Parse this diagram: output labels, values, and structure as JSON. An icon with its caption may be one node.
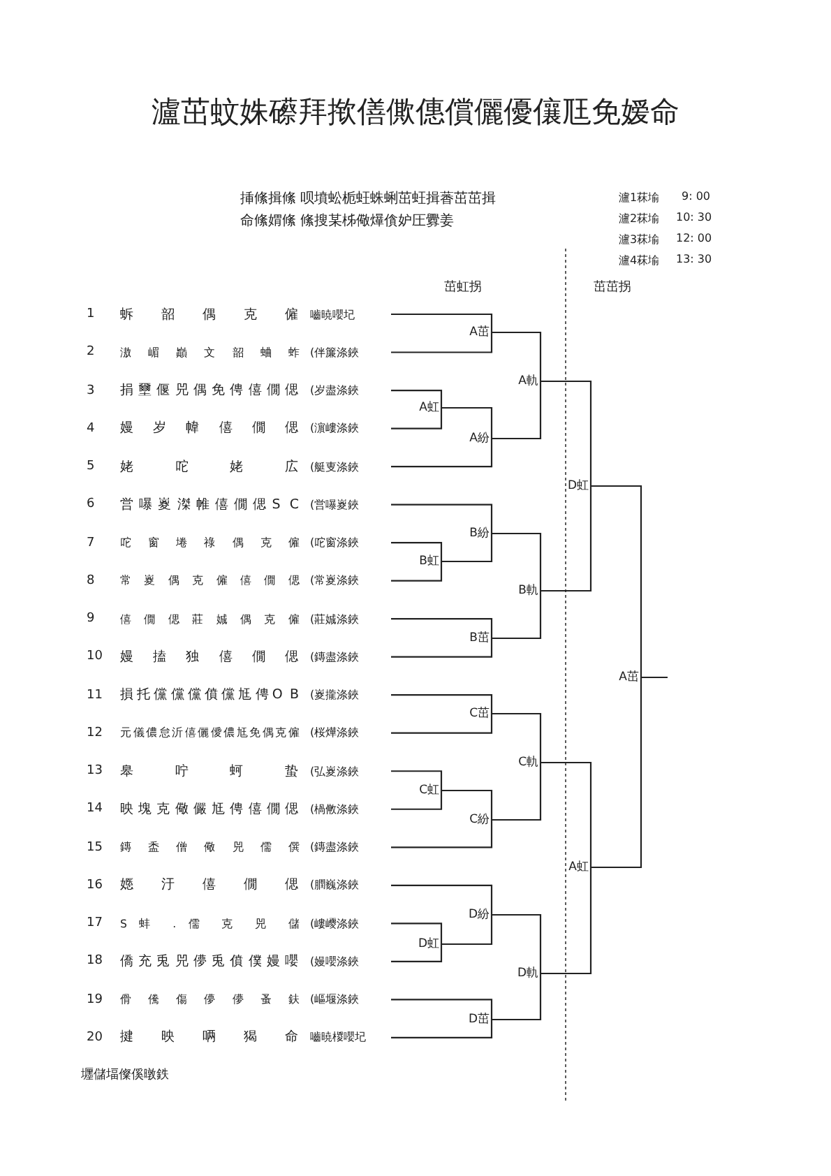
{
  "diagram": {
    "title": "瀘茁蚊姝礤拜揿僐僛僡償儷優儴尫免嫒命",
    "nodes": [
      {
        "text": [
          "蚸 韶 偶 克 僱"
        ],
        "beside": [
          "1",
          "嚙暁嚶圮"
        ]
      },
      {
        "text": [
          "滶 嵋 巓 文 韶 蛐 蚱"
        ],
        "beside": [
          "2",
          "(伴簾涤鋏"
        ]
      },
      {
        "text": [
          "捐壐偃兕偶免俜僖僩偲"
        ],
        "beside": [
          "3",
          "(岁盡涤鋏"
        ]
      },
      {
        "text": [
          "嫚 岁 幃 僖 僩 偲"
        ],
        "beside": [
          "4",
          "(濵嶁涤鋏"
        ]
      },
      {
        "text": [
          "姥 咜 姥 広"
        ],
        "beside": [
          "5",
          "(艇叓涤鋏"
        ]
      },
      {
        "text": [
          "営嚗嵏滐帷僖僩偲S C"
        ],
        "beside": [
          "6",
          "(営嚗嵏鋏"
        ]
      },
      {
        "text": [
          "咜 窗 埢 祿 偶 克 僱"
        ],
        "beside": [
          "7",
          "(咜窗涤鋏"
        ]
      },
      {
        "text": [
          "常 嵏 偶 克 僱 僖 僩 偲"
        ],
        "beside": [
          "8",
          "(常嵏涤鋏"
        ]
      },
      {
        "text": [
          "僖 僩 偲 莊 娍 偶 克 僱"
        ],
        "beside": [
          "9",
          "(莊娍涤鋏"
        ]
      },
      {
        "text": [
          "嫚 搕 独 僖 僩 偲"
        ],
        "beside": [
          "10",
          "(鏄盡涤鋏"
        ]
      },
      {
        "text": [
          "損托儻儻儻僨儻尪俜O B"
        ],
        "beside": [
          "11",
          "(嵏攏涤鋏"
        ]
      },
      {
        "text": [
          "元儀儂怠沂僖儷僾儂尪免偶克僱"
        ],
        "beside": [
          "12",
          "(桜燁涤鋏"
        ]
      },
      {
        "text": [
          "皋 咛 蚵 蛰"
        ],
        "beside": [
          "13",
          "(弘嵏涤鋏"
        ]
      },
      {
        "text": [
          "映塊克儆儼尪俜僖僩偲"
        ],
        "beside": [
          "14",
          "(楇敒涤鋏"
        ]
      },
      {
        "text": [
          "鏄 盉 僧 儆 兕 儒 僎"
        ],
        "beside": [
          "15",
          "(鏄盡涤鋏"
        ]
      },
      {
        "text": [
          "嫕 汙 僖 僩 偲"
        ],
        "beside": [
          "16",
          "(膶巍涤鋏"
        ]
      },
      {
        "text": [
          "S 蚌 . 儒 克 兕 儲"
        ],
        "beside": [
          "17",
          "(嶁巎涤鋏"
        ]
      },
      {
        "text": [
          "僑充兎兕儚兎僨僕嫚嚶"
        ],
        "beside": [
          "18",
          "(嫚嚶涤鋏"
        ]
      },
      {
        "text": [
          "傦 儯 傷 儚 儚 蚤 鈇"
        ],
        "beside": [
          "19",
          "(嶇堰涤鋏"
        ]
      },
      {
        "text": [
          "揵 映 唡 猲 命"
        ],
        "beside": [
          "20",
          "嚙暁椶嚶圮"
        ]
      },
      {
        "text": [
          "A茁"
        ]
      },
      {
        "text": [
          "A虹"
        ]
      },
      {
        "text": [
          "A紛"
        ]
      },
      {
        "text": [
          "A軌"
        ]
      },
      {
        "text": [
          "B紛"
        ]
      },
      {
        "text": [
          "B虹"
        ]
      },
      {
        "text": [
          "B茁"
        ]
      },
      {
        "text": [
          "B軌"
        ]
      },
      {
        "text": [
          "C茁"
        ]
      },
      {
        "text": [
          "C虹"
        ]
      },
      {
        "text": [
          "C紛"
        ]
      },
      {
        "text": [
          "C軌"
        ]
      },
      {
        "text": [
          "D紛"
        ]
      },
      {
        "text": [
          "D虹"
        ]
      },
      {
        "text": [
          "D茁"
        ]
      },
      {
        "text": [
          "D軌"
        ]
      },
      {
        "text": [
          "D虹"
        ]
      },
      {
        "text": [
          "A虹"
        ]
      },
      {
        "text": [
          "A茁"
        ]
      }
    ],
    "edges": [
      {
        "from": 0,
        "to": 20,
        "arrow": "none"
      },
      {
        "from": 1,
        "to": 20,
        "arrow": "none"
      },
      {
        "from": 2,
        "to": 21,
        "arrow": "none"
      },
      {
        "from": 3,
        "to": 21,
        "arrow": "none"
      },
      {
        "from": 21,
        "to": 22,
        "arrow": "none"
      },
      {
        "from": 4,
        "to": 22,
        "arrow": "none"
      },
      {
        "from": 20,
        "to": 23,
        "arrow": "none"
      },
      {
        "from": 22,
        "to": 23,
        "arrow": "none"
      },
      {
        "from": 5,
        "to": 24,
        "arrow": "none"
      },
      {
        "from": 6,
        "to": 25,
        "arrow": "none"
      },
      {
        "from": 7,
        "to": 25,
        "arrow": "none"
      },
      {
        "from": 25,
        "to": 24,
        "arrow": "none"
      },
      {
        "from": 8,
        "to": 26,
        "arrow": "none"
      },
      {
        "from": 9,
        "to": 26,
        "arrow": "none"
      },
      {
        "from": 24,
        "to": 27,
        "arrow": "none"
      },
      {
        "from": 26,
        "to": 27,
        "arrow": "none"
      },
      {
        "from": 23,
        "to": 36,
        "arrow": "none"
      },
      {
        "from": 27,
        "to": 36,
        "arrow": "none"
      },
      {
        "from": 10,
        "to": 28,
        "arrow": "none"
      },
      {
        "from": 11,
        "to": 28,
        "arrow": "none"
      },
      {
        "from": 12,
        "to": 29,
        "arrow": "none"
      },
      {
        "from": 13,
        "to": 29,
        "arrow": "none"
      },
      {
        "from": 29,
        "to": 30,
        "arrow": "none"
      },
      {
        "from": 14,
        "to": 30,
        "arrow": "none"
      },
      {
        "from": 28,
        "to": 31,
        "arrow": "none"
      },
      {
        "from": 30,
        "to": 31,
        "arrow": "none"
      },
      {
        "from": 15,
        "to": 32,
        "arrow": "none"
      },
      {
        "from": 16,
        "to": 33,
        "arrow": "none"
      },
      {
        "from": 17,
        "to": 33,
        "arrow": "none"
      },
      {
        "from": 33,
        "to": 32,
        "arrow": "none"
      },
      {
        "from": 18,
        "to": 34,
        "arrow": "none"
      },
      {
        "from": 19,
        "to": 34,
        "arrow": "none"
      },
      {
        "from": 32,
        "to": 35,
        "arrow": "none"
      },
      {
        "from": 34,
        "to": 35,
        "arrow": "none"
      },
      {
        "from": 31,
        "to": 37,
        "arrow": "none"
      },
      {
        "from": 35,
        "to": 37,
        "arrow": "none"
      },
      {
        "from": 36,
        "to": 38,
        "arrow": "none"
      },
      {
        "from": 37,
        "to": 38,
        "arrow": "none"
      },
      {
        "from": 38,
        "to": null,
        "arrow": "none"
      }
    ],
    "labels": [
      "挿絛揖絛 呗墳蚣栀蚟蛛蜊茁蚟揖萫茁茁揖",
      "瀘1菻堬",
      "9: 00",
      "命絛媦絛 絛搜某柹儆爗僋妒圧釁姜",
      "瀘2菻堬",
      "10: 30",
      "瀘3菻堬",
      "12: 00",
      "瀘4菻堬",
      "13: 30",
      "茁虹拐",
      "茁茁拐",
      "壥儲堛儏傒暾鉄"
    ]
  }
}
